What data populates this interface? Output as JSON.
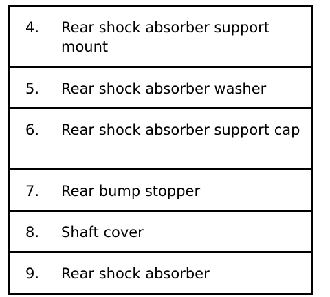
{
  "rows": [
    {
      "number": "4.",
      "label": "Rear shock absorber support mount"
    },
    {
      "number": "5.",
      "label": "Rear shock absorber washer"
    },
    {
      "number": "6.",
      "label": "Rear shock absorber support cap"
    },
    {
      "number": "7.",
      "label": "Rear bump stopper"
    },
    {
      "number": "8.",
      "label": "Shaft cover"
    },
    {
      "number": "9.",
      "label": "Rear shock absorber"
    }
  ]
}
